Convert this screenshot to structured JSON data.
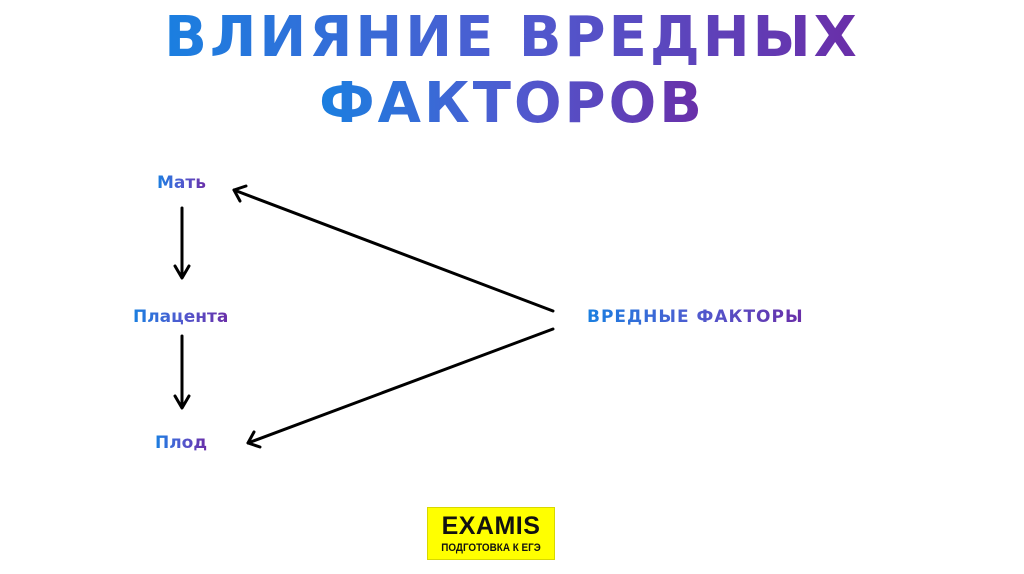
{
  "title": {
    "line1": "ВЛИЯНИЕ ВРЕДНЫХ",
    "line2": "ФАКТОРОВ"
  },
  "diagram": {
    "nodes": {
      "mother": "Мать",
      "placenta": "Плацента",
      "fetus": "Плод",
      "harmful_factors": "ВРЕДНЫЕ ФАКТОРЫ"
    },
    "edges": [
      {
        "from": "mother",
        "to": "placenta"
      },
      {
        "from": "placenta",
        "to": "fetus"
      },
      {
        "from": "harmful_factors",
        "to": "mother"
      },
      {
        "from": "harmful_factors",
        "to": "fetus"
      }
    ]
  },
  "logo": {
    "name": "EXAMIS",
    "tagline": "ПОДГОТОВКА К ЕГЭ",
    "background_color": "#ffff00"
  },
  "colors": {
    "gradient_start": "#1a7fe0",
    "gradient_end": "#6a2ea8",
    "arrow": "#000000"
  }
}
